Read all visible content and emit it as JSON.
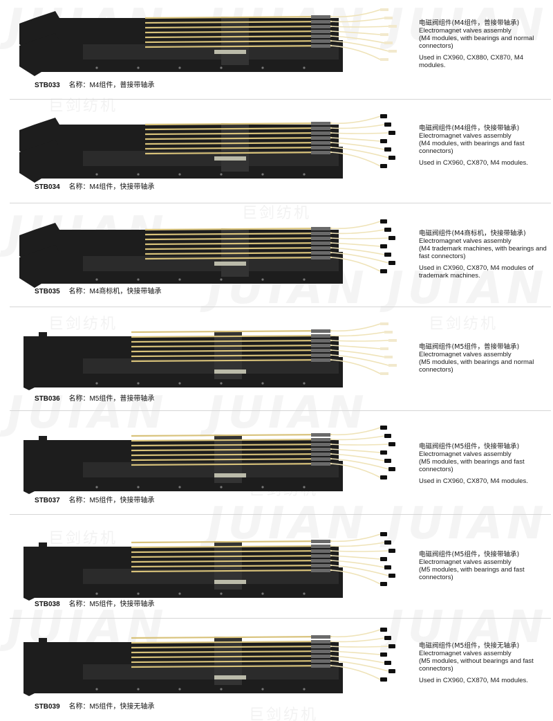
{
  "watermark": {
    "brand": "JUIAN",
    "brand_cn": "巨剑纺机"
  },
  "colors": {
    "body": "#1d1d1d",
    "rail": "#2b2b2b",
    "wire": "#d8c27a",
    "connector": "#101010",
    "divider": "#d6d6d6"
  },
  "products": [
    {
      "code": "STB033",
      "name": "名称：M4组件，普接带轴承",
      "title_cn": "电磁阀组件(M4组件，普接带轴承)",
      "title_en": "Electromagnet valves assembly",
      "detail_en": "(M4 modules, with bearings and normal connectors)",
      "usage": "Used in CX960, CX880, CX870, M4 modules.",
      "module": "M4",
      "connector": "normal"
    },
    {
      "code": "STB034",
      "name": "名称：M4组件，快接带轴承",
      "title_cn": "电磁阀组件(M4组件，快接带轴承)",
      "title_en": "Electromagnet valves assembly",
      "detail_en": "(M4 modules, with bearings and fast connectors)",
      "usage": "Used in CX960, CX870, M4 modules.",
      "module": "M4",
      "connector": "fast"
    },
    {
      "code": "STB035",
      "name": "名称：M4商标机，快接带轴承",
      "title_cn": "电磁阀组件(M4商标机，快接带轴承)",
      "title_en": "Electromagnet valves assembly",
      "detail_en": "(M4 trademark machines, with bearings and fast connectors)",
      "usage": "Used in CX960, CX870, M4 modules of trademark machines.",
      "module": "M4",
      "connector": "fast"
    },
    {
      "code": "STB036",
      "name": "名称：M5组件，普接带轴承",
      "title_cn": "电磁阀组件(M5组件，普接带轴承)",
      "title_en": "Electromagnet valves assembly",
      "detail_en": "(M5 modules, with bearings and normal connectors)",
      "usage": "",
      "module": "M5",
      "connector": "normal"
    },
    {
      "code": "STB037",
      "name": "名称：M5组件，快接带轴承",
      "title_cn": "电磁阀组件(M5组件，快接带轴承)",
      "title_en": "Electromagnet valves assembly",
      "detail_en": "(M5 modules, with bearings and fast connectors)",
      "usage": "Used in CX960, CX870, M4 modules.",
      "module": "M5",
      "connector": "fast"
    },
    {
      "code": "STB038",
      "name": "名称：M5组件，快接带轴承",
      "title_cn": "电磁阀组件(M5组件，快接带轴承)",
      "title_en": "Electromagnet valves assembly",
      "detail_en": "(M5 modules, with bearings and fast connectors)",
      "usage": "",
      "module": "M5",
      "connector": "fast"
    },
    {
      "code": "STB039",
      "name": "名称：M5组件，快接无轴承",
      "title_cn": "电磁阀组件(M5组件，快接无轴承)",
      "title_en": "Electromagnet valves assembly",
      "detail_en": "(M5 modules, without bearings and fast connectors)",
      "usage": "Used in CX960, CX870, M4 modules.",
      "module": "M5",
      "connector": "fast"
    }
  ]
}
